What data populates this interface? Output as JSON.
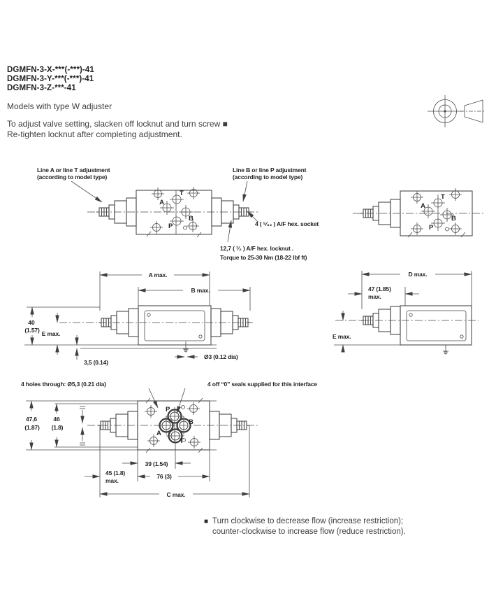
{
  "header": {
    "models": [
      "DGMFN-3-X-***(-***)-41",
      "DGMFN-3-Y-***(-***)-41",
      "DGMFN-3-Z-***-41"
    ],
    "subtitle": "Models with type W adjuster",
    "instruction1": "To adjust valve setting, slacken off locknut and turn screw  ■",
    "instruction2": "Re-tighten locknut after completing adjustment."
  },
  "ports": {
    "a": "A",
    "b": "B",
    "p": "P",
    "t": "T"
  },
  "top_view": {
    "adj_left1": "Line A or line T adjustment",
    "adj_left2": "(according to model type)",
    "adj_right1": "Line B or line P adjustment",
    "adj_right2": "(according to model type)",
    "hex_socket": "4 ( ⁵⁄₃₂ ) A/F hex. socket",
    "locknut1": "12,7 ( ¹⁄₂ ) A/F hex. locknut .",
    "locknut2": "Torque to 25-30 Nm (18-22 lbf ft)"
  },
  "dims": {
    "a_max": "A max.",
    "b_max": "B max.",
    "c_max": "C max.",
    "d_max": "D max.",
    "e_max": "E max.",
    "h40": "40",
    "h40_in": "(1.57)",
    "off35": "3,5 (0.14)",
    "dia3": "Ø3 (0.12 dia)",
    "w47": "47 (1.85)",
    "w47b": "max.",
    "h476": "47,6",
    "h476_in": "(1.87)",
    "h46": "46",
    "h46_in": "(1.8)",
    "w39": "39 (1.54)",
    "w45": "45 (1.8)",
    "w45b": "max.",
    "w76": "76 (3)"
  },
  "bottom_view": {
    "holes_note": "4 holes through: Ø5,3 (0.21 dia)",
    "seals_note": "4 off “0” seals supplied for this interface"
  },
  "note": {
    "bullet": "■",
    "line1": "Turn clockwise to decrease flow (increase restriction);",
    "line2": "counter-clockwise to increase flow (reduce restriction)."
  }
}
